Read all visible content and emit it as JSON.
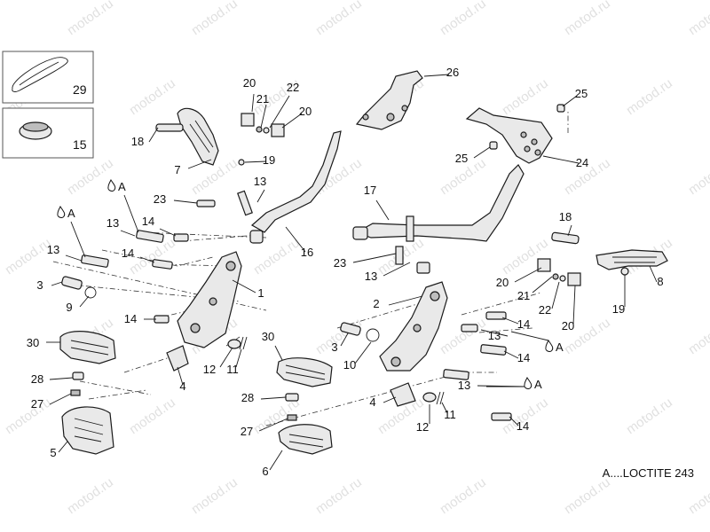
{
  "watermark": "motod.ru",
  "legend": {
    "text": "A....LOCTITE 243"
  },
  "insets": [
    {
      "number": "29"
    },
    {
      "number": "15"
    }
  ],
  "loctite_marker": "A",
  "callouts": [
    {
      "text": "26"
    },
    {
      "text": "20"
    },
    {
      "text": "21"
    },
    {
      "text": "22"
    },
    {
      "text": "20"
    },
    {
      "text": "25"
    },
    {
      "text": "18"
    },
    {
      "text": "7"
    },
    {
      "text": "19"
    },
    {
      "text": "25"
    },
    {
      "text": "24"
    },
    {
      "text": "13"
    },
    {
      "text": "17"
    },
    {
      "text": "23"
    },
    {
      "text": "13"
    },
    {
      "text": "14"
    },
    {
      "text": "16"
    },
    {
      "text": "18"
    },
    {
      "text": "13"
    },
    {
      "text": "14"
    },
    {
      "text": "23"
    },
    {
      "text": "13"
    },
    {
      "text": "3"
    },
    {
      "text": "9"
    },
    {
      "text": "1"
    },
    {
      "text": "20"
    },
    {
      "text": "21"
    },
    {
      "text": "8"
    },
    {
      "text": "22"
    },
    {
      "text": "20"
    },
    {
      "text": "19"
    },
    {
      "text": "2"
    },
    {
      "text": "14"
    },
    {
      "text": "14"
    },
    {
      "text": "30"
    },
    {
      "text": "12"
    },
    {
      "text": "11"
    },
    {
      "text": "3"
    },
    {
      "text": "10"
    },
    {
      "text": "13"
    },
    {
      "text": "30"
    },
    {
      "text": "14"
    },
    {
      "text": "4"
    },
    {
      "text": "28"
    },
    {
      "text": "27"
    },
    {
      "text": "13"
    },
    {
      "text": "4"
    },
    {
      "text": "28"
    },
    {
      "text": "11"
    },
    {
      "text": "12"
    },
    {
      "text": "14"
    },
    {
      "text": "27"
    },
    {
      "text": "5"
    },
    {
      "text": "6"
    }
  ]
}
